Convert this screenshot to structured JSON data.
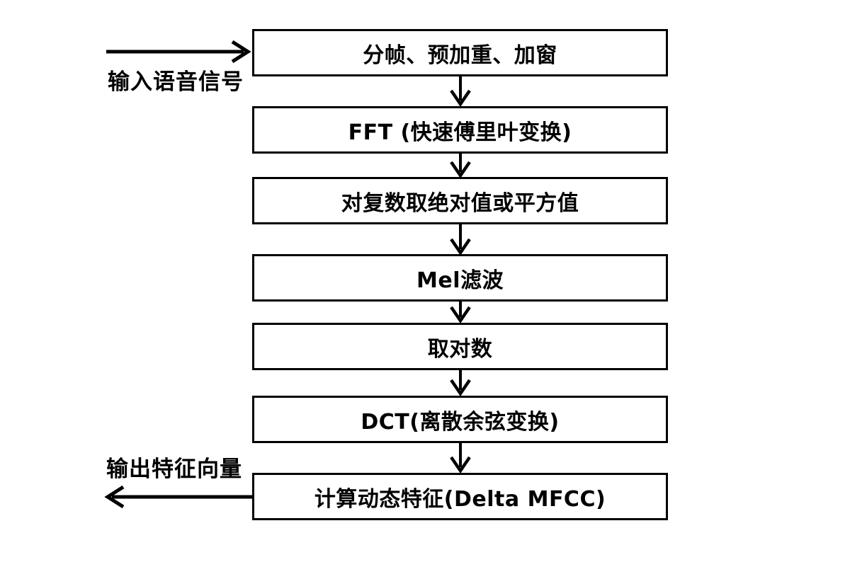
{
  "flowchart": {
    "steps": [
      "分帧、预加重、加窗",
      "FFT (快速傅里叶变换)",
      "对复数取绝对值或平方值",
      "Mel滤波",
      "取对数",
      "DCT(离散余弦变换)",
      "计算动态特征(Delta MFCC)"
    ],
    "input_label": "输入语音信号",
    "output_label": "输出特征向量",
    "colors": {
      "background": "#ffffff",
      "line": "#000000",
      "box_fill": "#ffffff",
      "text": "#000000"
    }
  }
}
